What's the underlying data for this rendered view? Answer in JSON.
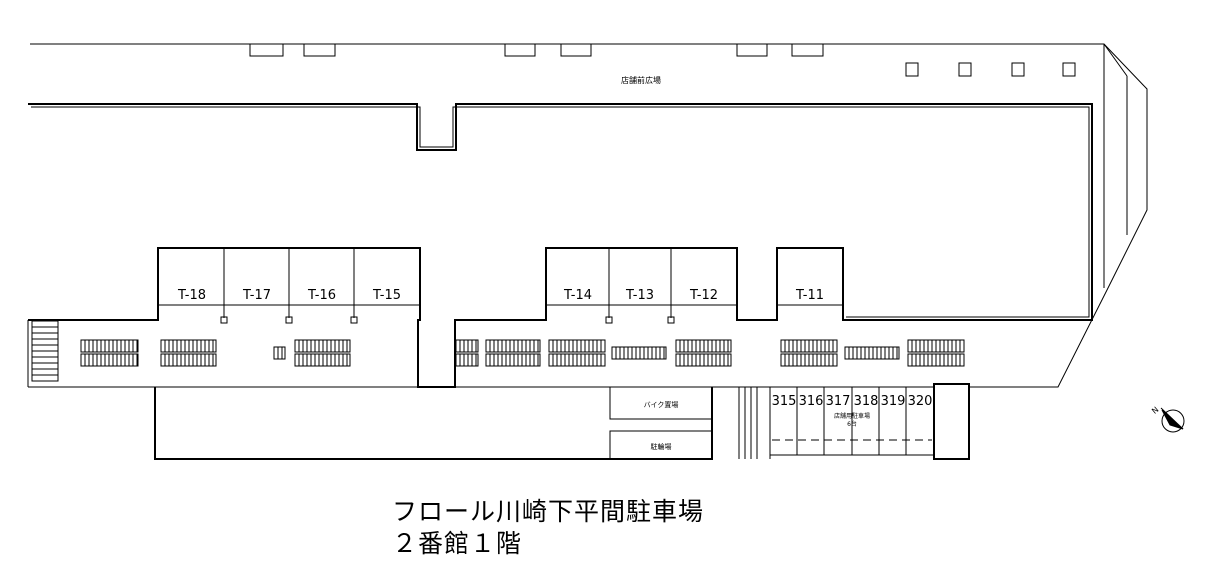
{
  "plaza_label": "店舗前広場",
  "units_left": [
    "T-18",
    "T-17",
    "T-16",
    "T-15"
  ],
  "units_mid": [
    "T-14",
    "T-13",
    "T-12"
  ],
  "unit_right": "T-11",
  "bike_label": "バイク置場",
  "bicycle_label": "駐輪場",
  "slots": [
    "315",
    "316",
    "317",
    "318",
    "319",
    "320"
  ],
  "shop_parking_line1": "店舗用駐車場",
  "shop_parking_line2": "6台",
  "north_letter": "N",
  "title_line1": "フロール川崎下平間駐車場",
  "title_line2": "２番館１階"
}
